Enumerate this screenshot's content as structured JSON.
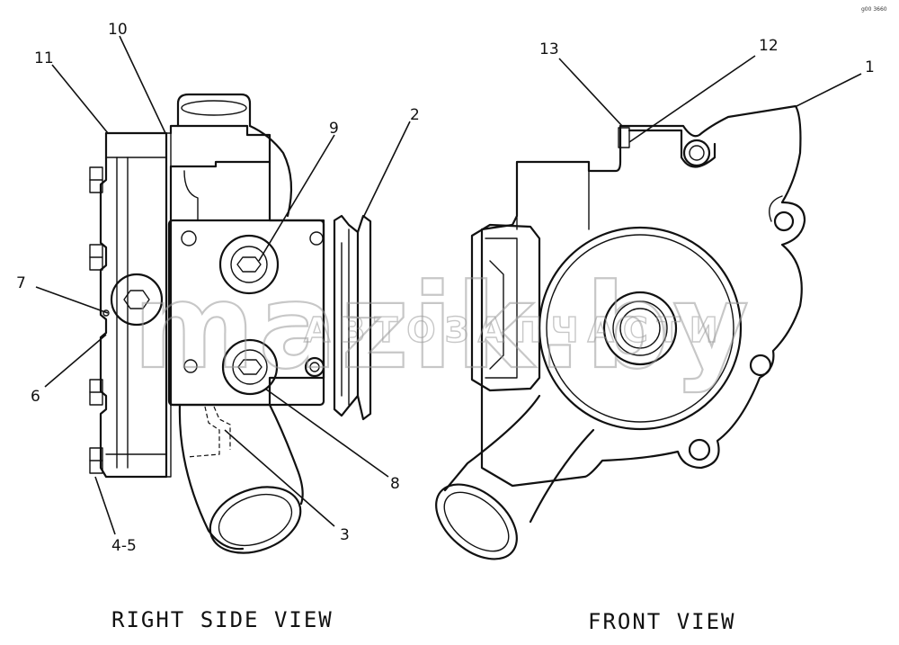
{
  "callouts": {
    "c1": "1",
    "c2": "2",
    "c3": "3",
    "c45": "4-5",
    "c6": "6",
    "c7": "7",
    "c8": "8",
    "c9": "9",
    "c10": "10",
    "c11": "11",
    "c12": "12",
    "c13": "13"
  },
  "labels": {
    "right_side_view": "RIGHT SIDE VIEW",
    "front_view": "FRONT VIEW"
  },
  "watermark": {
    "main": "mazik.by",
    "sub": "АВТОЗАПЧАСТИ"
  },
  "corner_mark": "g00 3660",
  "colors": {
    "ink": "#111111",
    "watermark": "#9a9a9a",
    "background": "#ffffff"
  }
}
